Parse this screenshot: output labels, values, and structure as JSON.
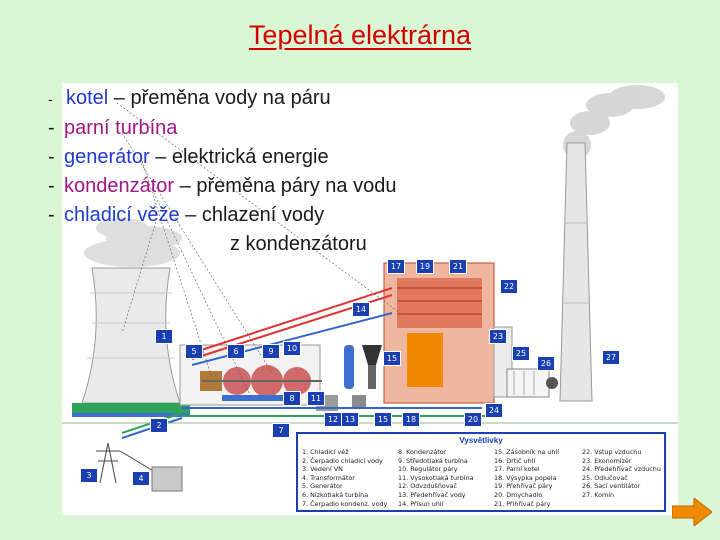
{
  "title": "Tepelná elektrárna",
  "bullets": {
    "b1_dash": "-",
    "b1_term": "kotel",
    "b1_rest": " – přeměna vody na páru",
    "b2_dash": "-",
    "b2_term": "parní turbína",
    "b3_dash": "-",
    "b3_term": "generátor",
    "b3_rest": " – elektrická energie",
    "b4_dash": "-",
    "b4_term": "kondenzátor",
    "b4_rest": " – přeměna páry na vodu",
    "b5_dash": "-",
    "b5_term": "chladicí věže",
    "b5_rest": " – chlazení vody",
    "b5_cont": "z kondenzátoru"
  },
  "callouts": {
    "c1": "1",
    "c2": "2",
    "c3": "3",
    "c4": "4",
    "c5": "5",
    "c6": "6",
    "c7": "7",
    "c8": "8",
    "c9": "9",
    "c10": "10",
    "c11": "11",
    "c12": "12",
    "c13": "13",
    "c14": "14",
    "c15": "15",
    "c17": "17",
    "c18": "18",
    "c19": "19",
    "c20": "20",
    "c21": "21",
    "c22": "22",
    "c23": "23",
    "c24": "24",
    "c25": "25",
    "c26": "26",
    "c27": "27"
  },
  "legend": {
    "title": "Vysvětlivky",
    "col1": [
      "1. Chladicí věž",
      "2. Čerpadlo chladicí vody",
      "3. Vedení VN",
      "4. Transformátor",
      "5. Generátor",
      "6. Nízkotlaká turbína",
      "7. Čerpadlo kondenz. vody"
    ],
    "col2": [
      "8. Kondenzátor",
      "9. Středotlaká turbína",
      "10. Regulátor páry",
      "11. Vysokotlaká turbína",
      "12. Odvzdušňovač",
      "13. Předehřívač vody",
      "14. Přísun uhlí"
    ],
    "col3": [
      "15. Zásobník na uhlí",
      "16. Drtič uhlí",
      "17. Parní kotel",
      "18. Výsypka popela",
      "19. Přehřívač páry",
      "20. Dmychadlo",
      "21. Přihřívač páry"
    ],
    "col4": [
      "22. Vstup vzduchu",
      "23. Ekonomizér",
      "24. Předehřívač vzduchu",
      "25. Odlučovač",
      "26. Sací ventilátor",
      "27. Komín"
    ]
  },
  "colors": {
    "title": "#d40000",
    "term_blue": "#1f3ad0",
    "term_purple": "#a0168a",
    "callout": "#1a3fb0",
    "background": "#d9f7d4",
    "arrow": "#f28a00"
  }
}
